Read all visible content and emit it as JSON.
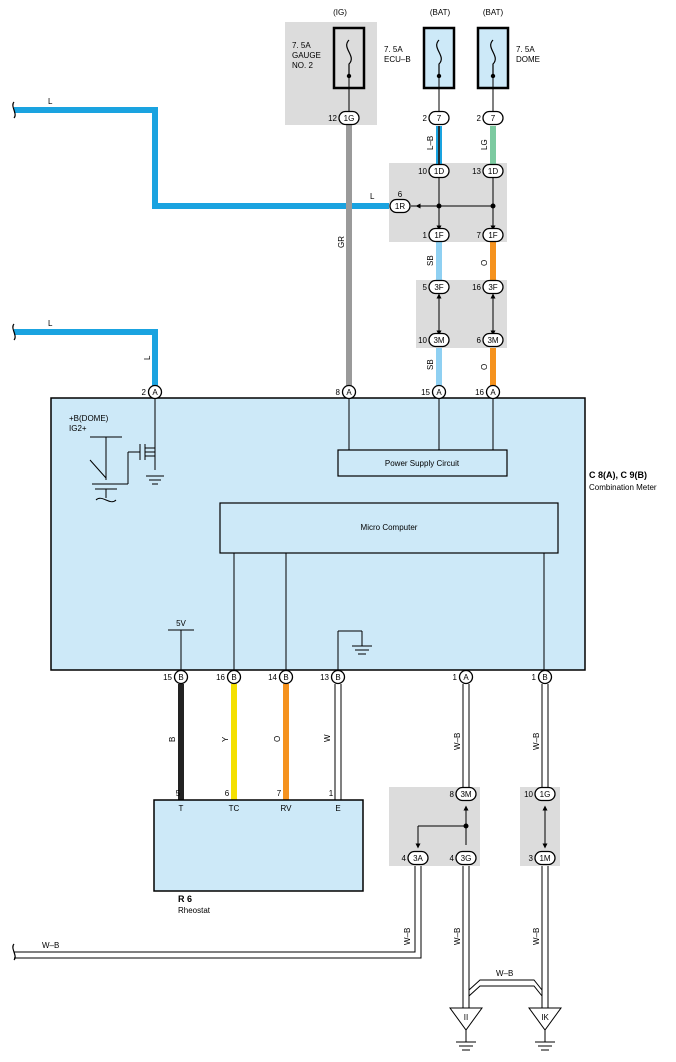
{
  "colors": {
    "blue_L": "#1aa3e0",
    "grey_GR": "#9a9a9a",
    "lightblue_SB": "#8fd0f2",
    "green_LG": "#7ccaa0",
    "orange_O": "#f5921e",
    "yellow_Y": "#f4e000",
    "black_B": "#222222",
    "component_fill": "#cde9f8",
    "junction_fill": "#dcdcdc"
  },
  "fuses": {
    "gauge": {
      "source": "(IG)",
      "rating": "7. 5A",
      "name1": "GAUGE",
      "name2": "NO. 2"
    },
    "ecu_b": {
      "source": "(BAT)",
      "rating": "7. 5A",
      "name1": "ECU–B"
    },
    "dome": {
      "source": "(BAT)",
      "rating": "7. 5A",
      "name1": "DOME"
    }
  },
  "wires": {
    "L": "L",
    "GR": "GR",
    "LB": "L–B",
    "LG": "LG",
    "SB": "SB",
    "O": "O",
    "B": "B",
    "Y": "Y",
    "W": "W",
    "WB": "W–B"
  },
  "connectors": {
    "c_1G_top": {
      "pin": "12",
      "id": "1G"
    },
    "c_7a": {
      "pin": "2",
      "id": "7"
    },
    "c_7b": {
      "pin": "2",
      "id": "7"
    },
    "c_1D_a": {
      "pin": "10",
      "id": "1D"
    },
    "c_1D_b": {
      "pin": "13",
      "id": "1D"
    },
    "c_1R": {
      "pin": "6",
      "id": "1R"
    },
    "c_1F_a": {
      "pin": "1",
      "id": "1F"
    },
    "c_1F_b": {
      "pin": "7",
      "id": "1F"
    },
    "c_3F_a": {
      "pin": "5",
      "id": "3F"
    },
    "c_3F_b": {
      "pin": "16",
      "id": "3F"
    },
    "c_3M_a": {
      "pin": "10",
      "id": "3M"
    },
    "c_3M_b": {
      "pin": "6",
      "id": "3M"
    },
    "m_A2": {
      "pin": "2",
      "id": "A"
    },
    "m_A8": {
      "pin": "8",
      "id": "A"
    },
    "m_A15": {
      "pin": "15",
      "id": "A"
    },
    "m_A16": {
      "pin": "16",
      "id": "A"
    },
    "m_B15": {
      "pin": "15",
      "id": "B"
    },
    "m_B16": {
      "pin": "16",
      "id": "B"
    },
    "m_B14": {
      "pin": "14",
      "id": "B"
    },
    "m_B13": {
      "pin": "13",
      "id": "B"
    },
    "m_A1": {
      "pin": "1",
      "id": "A"
    },
    "m_B1": {
      "pin": "1",
      "id": "B"
    },
    "c_3M_low": {
      "pin": "8",
      "id": "3M"
    },
    "c_1G_low": {
      "pin": "10",
      "id": "1G"
    },
    "c_3A": {
      "pin": "4",
      "id": "3A"
    },
    "c_3G": {
      "pin": "4",
      "id": "3G"
    },
    "c_1M": {
      "pin": "3",
      "id": "1M"
    }
  },
  "meter": {
    "code": "C 8(A), C 9(B)",
    "name": "Combination Meter",
    "dome_label": "+B(DOME)",
    "ig_label": "IG2+",
    "power_supply": "Power Supply Circuit",
    "micro": "Micro Computer",
    "v5": "5V"
  },
  "rheostat": {
    "code": "R 6",
    "name": "Rheostat",
    "pins": [
      {
        "num": "5",
        "label": "T"
      },
      {
        "num": "6",
        "label": "TC"
      },
      {
        "num": "7",
        "label": "RV"
      },
      {
        "num": "1",
        "label": "E"
      }
    ]
  },
  "grounds": {
    "left": "II",
    "right": "IK"
  }
}
